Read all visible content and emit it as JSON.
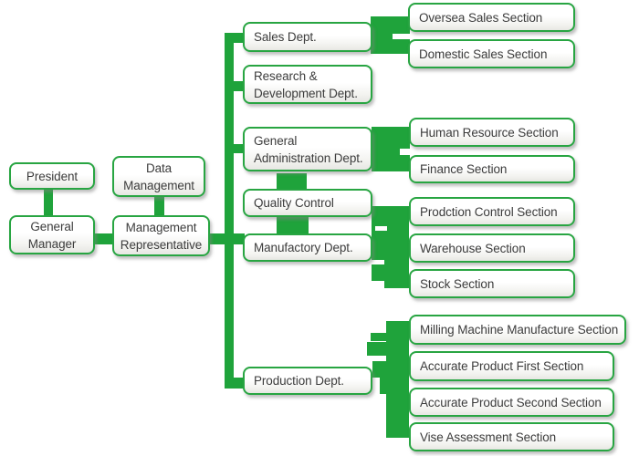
{
  "colors": {
    "connector_green": "#1fa33b",
    "border_green": "#28a542",
    "text": "#3c3c3c"
  },
  "org_chart": {
    "executive": {
      "president": "President",
      "general_manager": "General Manager"
    },
    "staff": {
      "data_management": "Data Management",
      "management_representative": "Management Representative"
    },
    "departments": {
      "sales": "Sales Dept.",
      "rnd": "Research & Development Dept.",
      "general_admin": "General Administration Dept.",
      "quality_control": "Quality Control",
      "manufactory": "Manufactory Dept.",
      "production": "Production Dept."
    },
    "sections": {
      "oversea_sales": "Oversea Sales Section",
      "domestic_sales": "Domestic Sales Section",
      "human_resource": "Human Resource Section",
      "finance": "Finance Section",
      "prodction_control": "Prodction Control Section",
      "warehouse": "Warehouse Section",
      "stock": "Stock Section",
      "milling_machine": "Milling Machine Manufacture Section",
      "accurate_first": "Accurate Product First Section",
      "accurate_second": "Accurate Product Second Section",
      "vise_assessment": "Vise Assessment Section"
    }
  }
}
